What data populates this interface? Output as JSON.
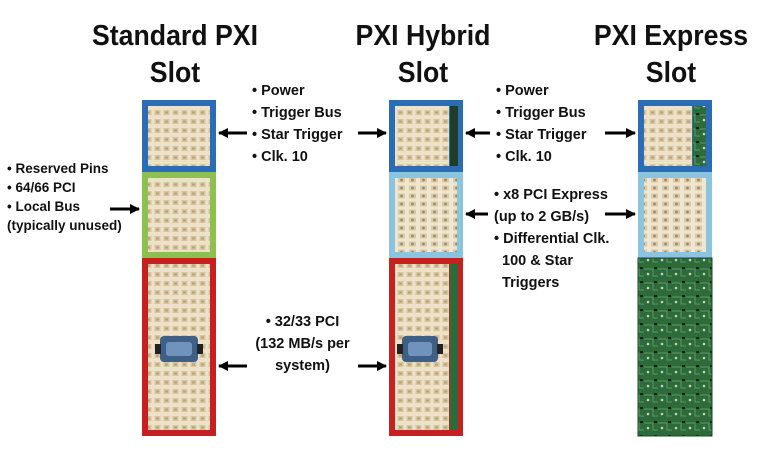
{
  "slots": [
    {
      "title_line1": "Standard PXI",
      "title_line2": "Slot"
    },
    {
      "title_line1": "PXI Hybrid",
      "title_line2": "Slot"
    },
    {
      "title_line1": "PXI Express",
      "title_line2": "Slot"
    }
  ],
  "labels": {
    "top_left": [
      "• Power",
      "• Trigger Bus",
      "• Star Trigger",
      "• Clk. 10"
    ],
    "top_right": [
      "• Power",
      "• Trigger Bus",
      "• Star Trigger",
      "• Clk. 10"
    ],
    "side_left": [
      "• Reserved Pins",
      "• 64/66 PCI",
      "• Local Bus",
      "(typically unused)"
    ],
    "pcie": [
      "• x8 PCI Express",
      "(up to 2 GB/s)",
      "• Differential Clk.",
      "  100 & Star",
      "  Triggers"
    ],
    "pci": [
      "• 32/33 PCI",
      "(132 MB/s per",
      "system)"
    ]
  },
  "colors": {
    "top_segment": "#2a6db5",
    "middle_standard": "#8cc152",
    "middle_express": "#8cc4e0",
    "bottom_segment": "#c72020",
    "connector_body": "#ede1c8",
    "pcb_green": "#2e6b3a"
  }
}
